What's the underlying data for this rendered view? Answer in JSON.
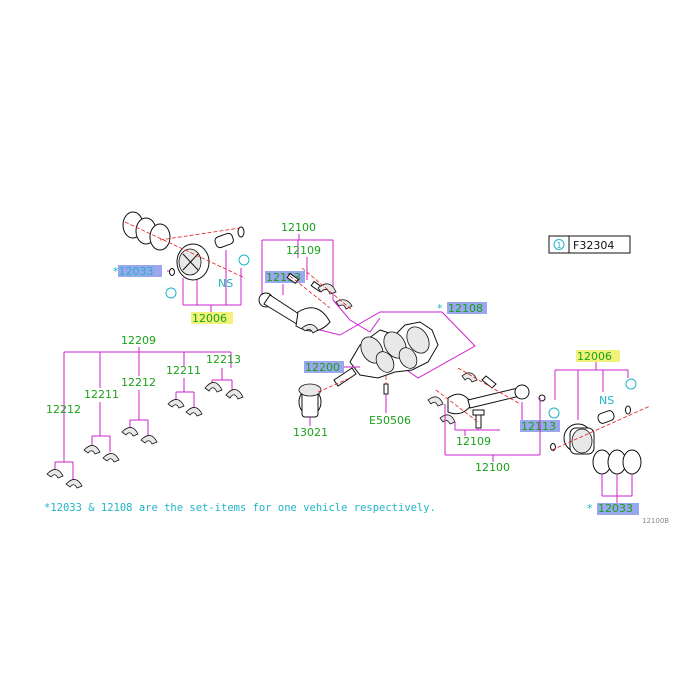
{
  "reference": {
    "circle_mark": "1",
    "code": "F32304"
  },
  "labels": {
    "p12033_left": "*12033",
    "ns_left": "NS",
    "p12006_left": "12006",
    "p12100_upper": "12100",
    "p12109_upper": "12109",
    "p12113_upper": "12113",
    "asterisk_12108": "*",
    "p12108": "12108",
    "p12200": "12200",
    "p13021": "13021",
    "pE50506": "E50506",
    "p12209": "12209",
    "p12213": "12213",
    "p12211_right": "12211",
    "p12212_right": "12212",
    "p12211_left": "12211",
    "p12212_left": "12212",
    "p12113_lower": "12113",
    "p12109_lower": "12109",
    "p12100_lower": "12100",
    "p12006_right": "12006",
    "ns_right": "NS",
    "asterisk_12033_right": "*",
    "p12033_right": "12033"
  },
  "footnote": "*12033 & 12108 are the set-items for one vehicle respectively.",
  "figure_id": "12100B",
  "colors": {
    "part_number": "#1aa11a",
    "note_text": "#20b4c8",
    "leader_line": "#cc22cc",
    "axis_line": "#e02020",
    "highlight_blue": "#9aa6ee",
    "highlight_yellow": "#f2f27a"
  }
}
